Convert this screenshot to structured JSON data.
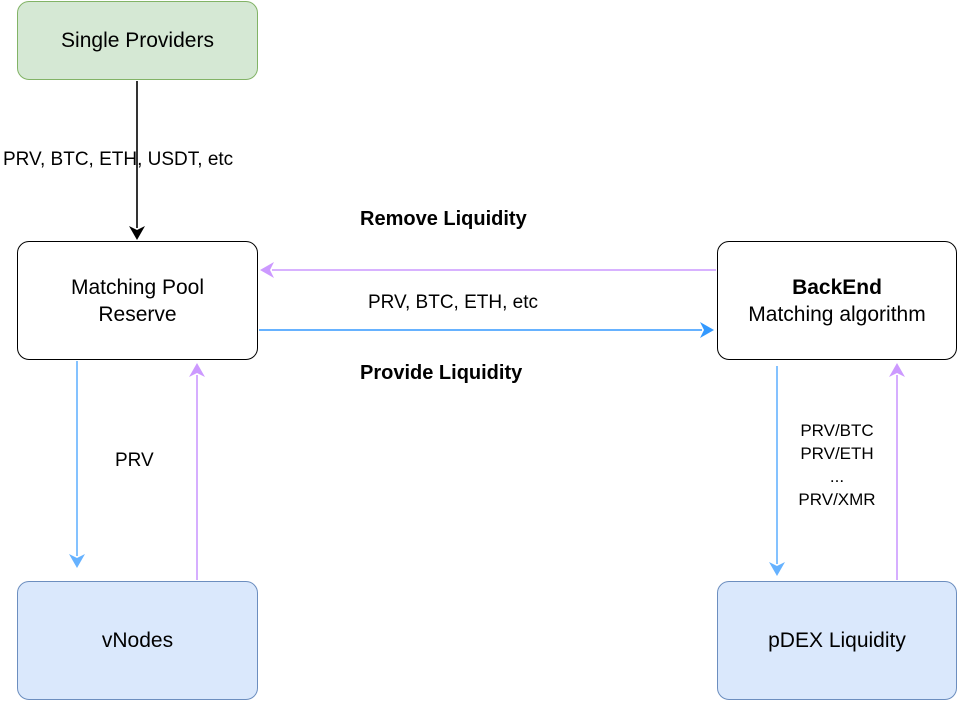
{
  "nodes": {
    "single_providers": "Single Providers",
    "matching_pool": {
      "line1": "Matching Pool",
      "line2": "Reserve"
    },
    "backend": {
      "title": "BackEnd",
      "subtitle": "Matching algorithm"
    },
    "vnodes": "vNodes",
    "pdex_liquidity": "pDEX Liquidity"
  },
  "edge_labels": {
    "single_to_pool": "PRV, BTC, ETH, USDT, etc",
    "remove_liquidity": "Remove Liquidity",
    "pool_backend_assets": "PRV, BTC, ETH, etc",
    "provide_liquidity": "Provide Liquidity",
    "pool_to_vnodes": "PRV",
    "pairs": [
      "PRV/BTC",
      "PRV/ETH",
      "...",
      "PRV/XMR"
    ]
  },
  "colors": {
    "black_arrow": "#000000",
    "purple_arrow": "#cc99ff",
    "blue_arrow": "#66b2ff",
    "blue_arrow_strong": "#3399ff",
    "green_fill": "#d5e8d4",
    "green_border": "#82b366",
    "blue_fill": "#dae8fc",
    "blue_border": "#6c8ebf"
  }
}
